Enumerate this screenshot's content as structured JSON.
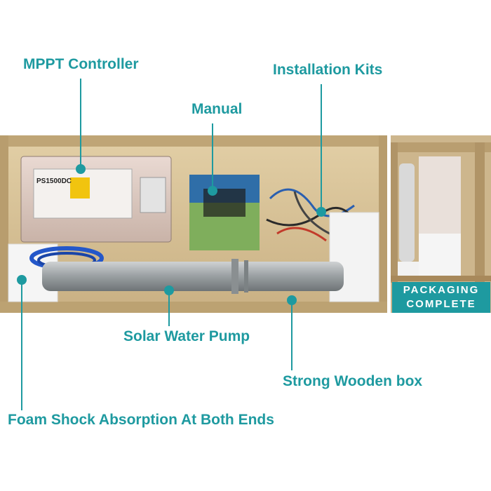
{
  "labels": {
    "mppt_controller": "MPPT Controller",
    "installation_kits": "Installation Kits",
    "manual": "Manual",
    "solar_water_pump": "Solar Water Pump",
    "strong_wooden_box": "Strong Wooden box",
    "foam_shock": "Foam Shock Absorption At Both Ends"
  },
  "badge": {
    "line1": "PACKAGING",
    "line2": "COMPLETE"
  },
  "controller_model": "PS1500DC",
  "colors": {
    "accent": "#1e9aa0",
    "wood": "#d8c39a"
  }
}
